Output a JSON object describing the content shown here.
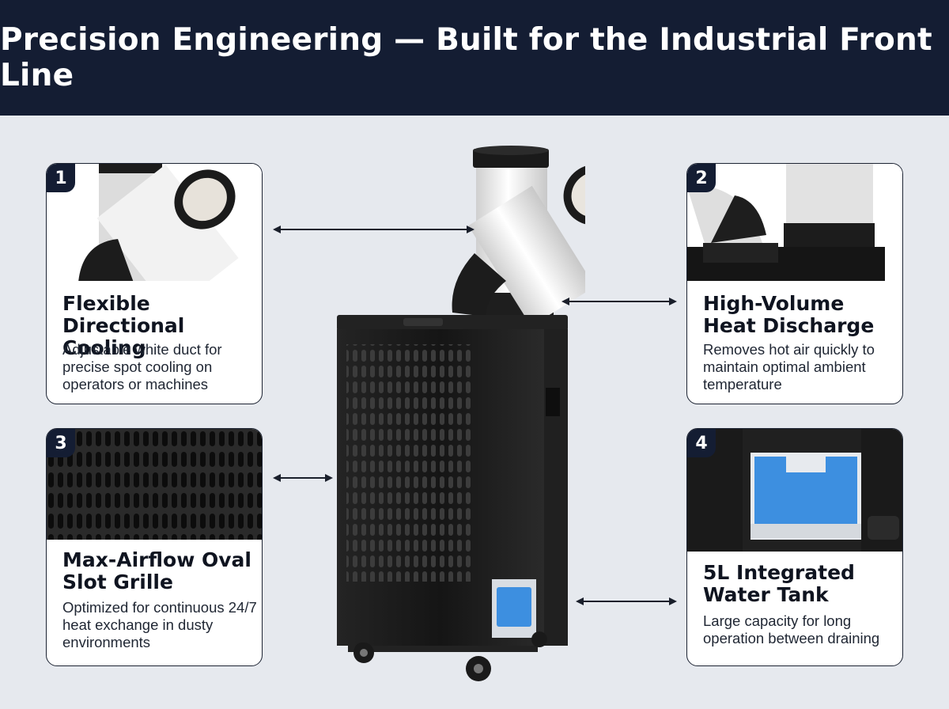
{
  "header": {
    "title": "Precision Engineering — Built for the Industrial Front Line"
  },
  "colors": {
    "header_bg": "#141d33",
    "page_bg": "#e6e9ee",
    "tank_blue": "#3d8fe0",
    "unit_body": "#161616"
  },
  "features": [
    {
      "number": "1",
      "title": "Flexible Directional Cooling",
      "description": "Adjustable white duct for precise spot cooling on operators or machines",
      "icon": "flexible-duct-photo"
    },
    {
      "number": "2",
      "title": "High-Volume Heat Discharge",
      "description": "Removes hot air quickly to maintain optimal ambient temperature",
      "icon": "exhaust-ducts-photo"
    },
    {
      "number": "3",
      "title": "Max-Airflow Oval Slot Grille",
      "description": "Optimized for continuous 24/7 heat exchange in dusty environments",
      "icon": "oval-grille-photo"
    },
    {
      "number": "4",
      "title": "5L Integrated Water Tank",
      "description": "Large capacity for long operation between draining",
      "icon": "water-tank-photo"
    }
  ]
}
